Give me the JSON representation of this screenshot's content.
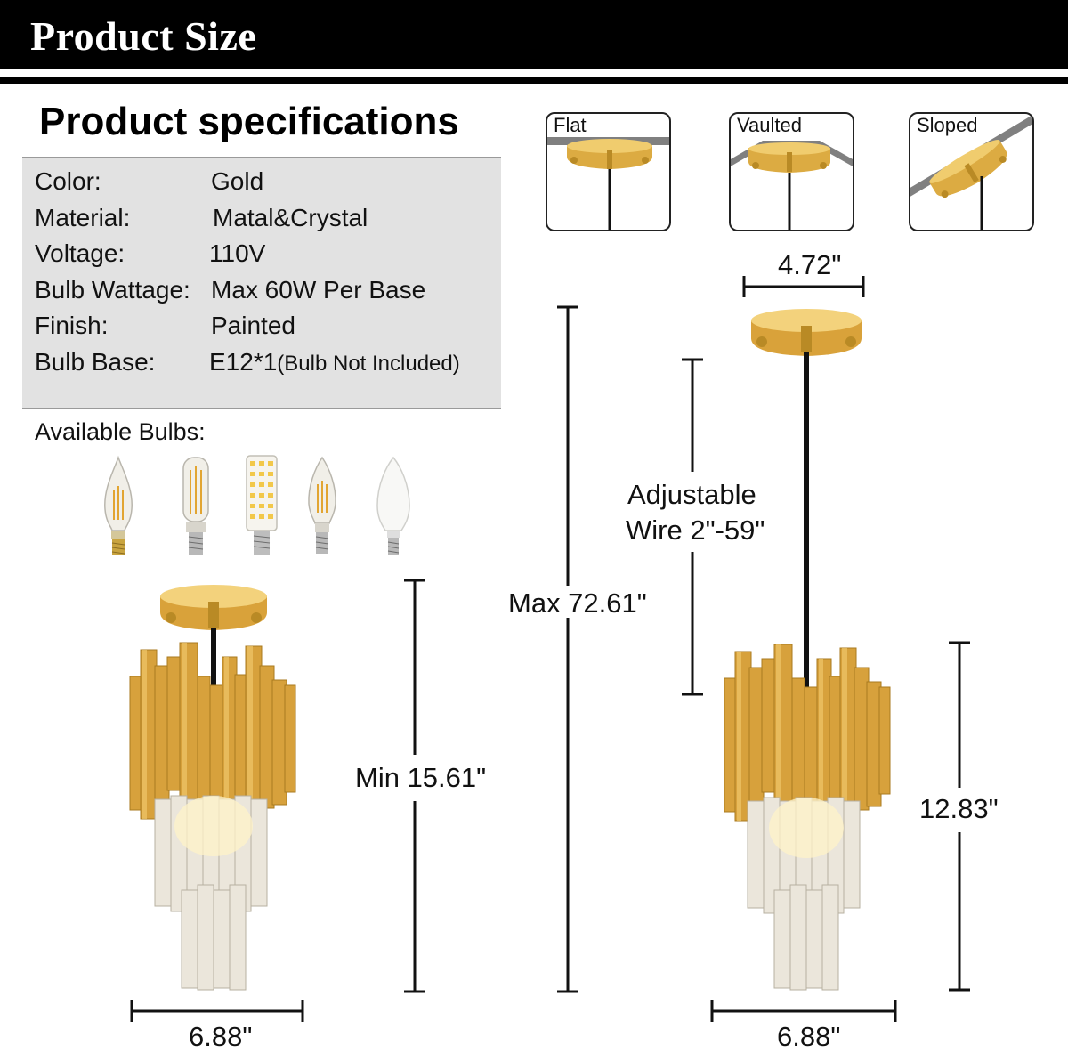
{
  "header": {
    "title": "Product Size"
  },
  "specs": {
    "title": "Product specifications",
    "rows": [
      {
        "label": "Color:",
        "value": "Gold",
        "note": ""
      },
      {
        "label": "Material:",
        "value": "Matal&Crystal",
        "note": ""
      },
      {
        "label": "Voltage:",
        "value": "110V",
        "note": ""
      },
      {
        "label": "Bulb Wattage:",
        "value": "Max 60W Per Base",
        "note": ""
      },
      {
        "label": "Finish:",
        "value": "Painted",
        "note": ""
      },
      {
        "label": "Bulb Base:",
        "value": "E12*1",
        "note": "(Bulb Not Included)"
      }
    ]
  },
  "bulbs": {
    "label": "Available Bulbs:",
    "icons": [
      "candle-filament-bulb-icon",
      "tubular-filament-bulb-icon",
      "corn-led-bulb-icon",
      "torpedo-filament-bulb-icon",
      "frosted-candle-bulb-icon"
    ]
  },
  "mounts": [
    {
      "label": "Flat"
    },
    {
      "label": "Vaulted"
    },
    {
      "label": "Sloped"
    }
  ],
  "dimensions": {
    "canopy_width": "4.72\"",
    "adjustable_line1": "Adjustable",
    "adjustable_line2": "Wire 2\"-59\"",
    "max_height": "Max 72.61\"",
    "min_height": "Min 15.61\"",
    "body_height": "12.83\"",
    "left_width": "6.88\"",
    "right_width": "6.88\""
  },
  "colors": {
    "gold": "#d9a640",
    "gold_light": "#f3d27c",
    "crystal": "#e9e5dc",
    "black": "#000000",
    "panel": "#e2e2e2"
  }
}
